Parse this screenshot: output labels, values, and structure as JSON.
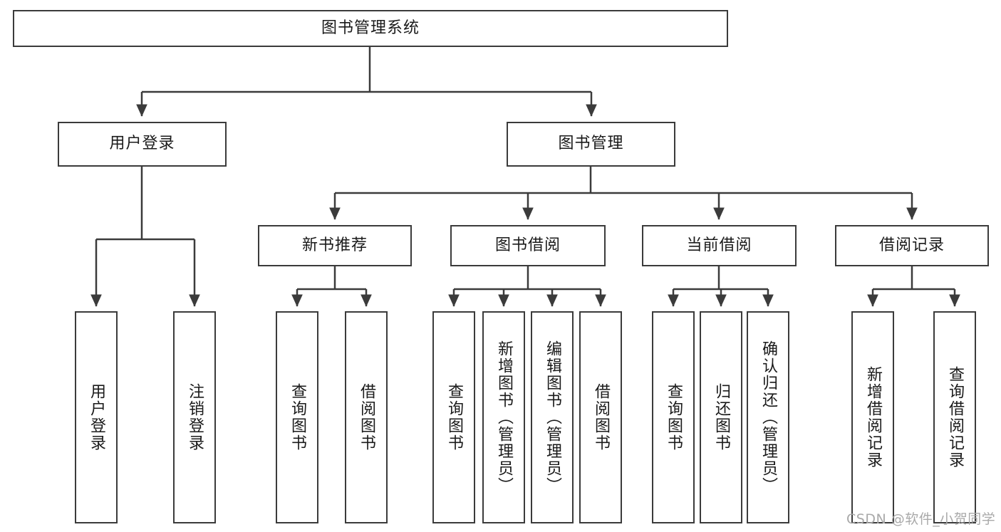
{
  "diagram": {
    "title": "图书管理系统",
    "type": "hierarchy-tree",
    "root": {
      "id": "root",
      "label": "图书管理系统"
    },
    "level2": [
      {
        "id": "user-login",
        "label": "用户登录"
      },
      {
        "id": "book-manage",
        "label": "图书管理"
      }
    ],
    "level3": [
      {
        "id": "new-book-recommend",
        "label": "新书推荐"
      },
      {
        "id": "book-borrow",
        "label": "图书借阅"
      },
      {
        "id": "current-borrow",
        "label": "当前借阅"
      },
      {
        "id": "borrow-record",
        "label": "借阅记录"
      }
    ],
    "leaves": {
      "user_login": [
        {
          "id": "leaf-user-login",
          "label": "用户登录"
        },
        {
          "id": "leaf-logout-login",
          "label": "注销登录"
        }
      ],
      "new_book_recommend": [
        {
          "id": "leaf-query-book-1",
          "label": "查询图书"
        },
        {
          "id": "leaf-borrow-book-1",
          "label": "借阅图书"
        }
      ],
      "book_borrow": [
        {
          "id": "leaf-query-book-2",
          "label": "查询图书"
        },
        {
          "id": "leaf-add-book",
          "label": "新增图书（管理员）"
        },
        {
          "id": "leaf-edit-book",
          "label": "编辑图书（管理员）"
        },
        {
          "id": "leaf-borrow-book-2",
          "label": "借阅图书"
        }
      ],
      "current_borrow": [
        {
          "id": "leaf-query-book-3",
          "label": "查询图书"
        },
        {
          "id": "leaf-return-book",
          "label": "归还图书"
        },
        {
          "id": "leaf-confirm-return",
          "label": "确认归还（管理员）"
        }
      ],
      "borrow_record": [
        {
          "id": "leaf-add-record",
          "label": "新增借阅记录"
        },
        {
          "id": "leaf-query-record",
          "label": "查询借阅记录"
        }
      ]
    }
  },
  "watermark": {
    "text": "CSDN @软件_小贺同学"
  },
  "colors": {
    "border": "#3b3b3b",
    "text": "#1a1a1a",
    "background": "#ffffff",
    "watermark": "#a9a9a9"
  }
}
